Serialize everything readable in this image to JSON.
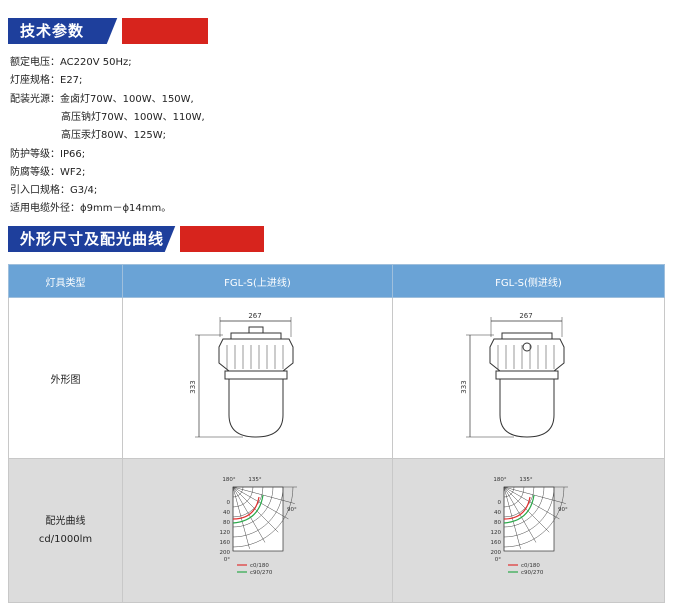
{
  "section1": {
    "title": "技术参数"
  },
  "specs": [
    {
      "label": "额定电压：",
      "value": "AC220V   50Hz;"
    },
    {
      "label": "灯座规格：",
      "value": "E27;"
    },
    {
      "label": "配装光源：",
      "value": "金卤灯70W、100W、150W,"
    },
    {
      "label": "",
      "value": "高压钠灯70W、100W、110W,"
    },
    {
      "label": "",
      "value": "高压汞灯80W、125W;"
    },
    {
      "label": "防护等级：",
      "value": "IP66;"
    },
    {
      "label": "防腐等级：",
      "value": "WF2;"
    },
    {
      "label": "引入口规格：",
      "value": "G3/4;"
    },
    {
      "label": "适用电缆外径：",
      "value": "ϕ9mm－ϕ14mm。"
    }
  ],
  "section2": {
    "title": "外形尺寸及配光曲线"
  },
  "table": {
    "headers": [
      "灯具类型",
      "FGL-S(上进线)",
      "FGL-S(侧进线)"
    ],
    "row_outline_label": "外形图",
    "row_curve_label_1": "配光曲线",
    "row_curve_label_2": "cd/1000lm"
  },
  "drawing": {
    "width_dim": "267",
    "height_dim": "333"
  },
  "polar": {
    "angle_180": "180°",
    "angle_135": "135°",
    "angle_90": "90°",
    "angle_0": "0°",
    "radial": [
      "0",
      "40",
      "80",
      "120",
      "160",
      "200"
    ],
    "legend": [
      {
        "label": "c0/180",
        "color": "#e03030"
      },
      {
        "label": "c90/270",
        "color": "#2aa84a"
      }
    ]
  }
}
